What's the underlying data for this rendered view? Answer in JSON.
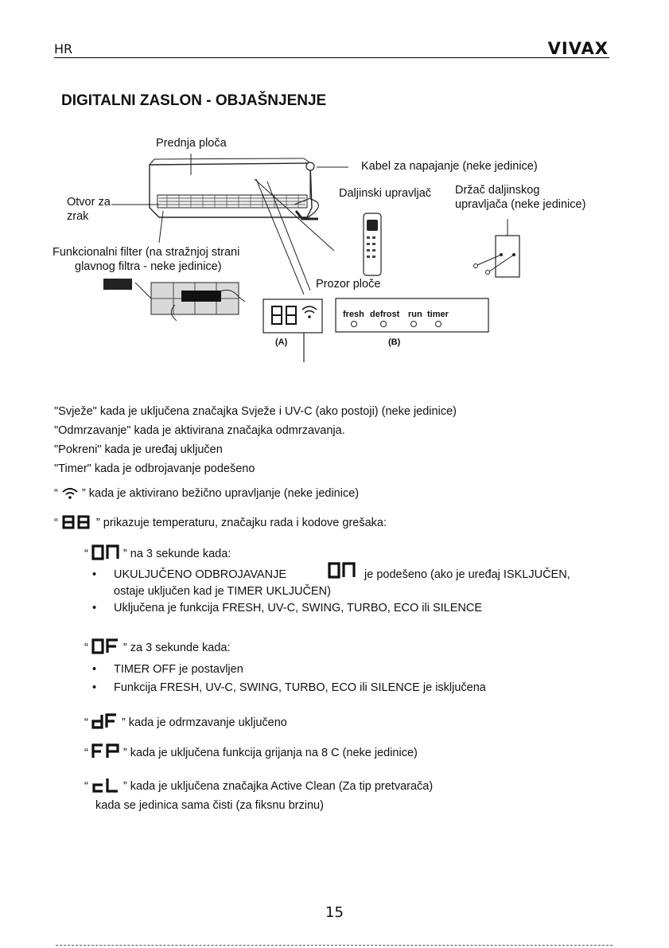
{
  "header": {
    "lang": "HR",
    "brand": "VIVAX"
  },
  "title": "DIGITALNI ZASLON - OBJAŠNJENJE",
  "diagram": {
    "front_panel": "Prednja ploča",
    "power_cable": "Kabel za napajanje (neke jedinice)",
    "remote": "Daljinski upravljač",
    "remote_holder_1": "Držač daljinskog",
    "remote_holder_2": "upravljača (neke jedinice)",
    "air_outlet_1": "Otvor za",
    "air_outlet_2": "zrak",
    "filter_1": "Funkcionalni filter (na stražnjoj strani",
    "filter_2": "glavnog filtra - neke jedinice)",
    "window": "Prozor ploče",
    "display_a_digits": "88",
    "label_a": "(A)",
    "label_b": "(B)",
    "indicators": [
      "fresh",
      "defrost",
      "run",
      "timer"
    ]
  },
  "lines": {
    "fresh": "\"Svježe\" kada je uključena značajka Svježe i UV-C (ako postoji) (neke jedinice)",
    "defrost": "\"Odmrzavanje\" kada je aktivirana značajka odmrzavanja.",
    "run": "\"Pokreni\" kada je uređaj uključen",
    "timer": "\"Timer\" kada je odbrojavanje podešeno",
    "wifi": "” kada je aktivirano bežično upravljanje (neke jedinice)",
    "digits": "” prikazuje temperaturu, značajku rada i kodove grešaka:",
    "on_intro": "” na 3 sekunde kada:",
    "on_b1a": "UKULJUČENO ODBROJAVANJE",
    "on_b1b": "je podešeno (ako je uređaj ISKLJUČEN,",
    "on_b1c": "ostaje uključen kad je TIMER UKLJUČEN)",
    "on_b2": "Uključena je funkcija FRESH, UV-C, SWING, TURBO, ECO ili SILENCE",
    "of_intro": "” za 3 sekunde kada:",
    "of_b1": "TIMER OFF je postavljen",
    "of_b2": "Funkcija FRESH, UV-C, SWING, TURBO, ECO ili SILENCE je isključena",
    "df": "” kada je odrmzavanje uključeno",
    "fp": "” kada je uključena funkcija grijanja na 8 C (neke jedinice)",
    "cl": "” kada je uključena značajka Active Clean (Za tip pretvarača)",
    "cl2": "kada se jedinica sama čisti (za fiksnu brzinu)"
  },
  "page_number": "15"
}
